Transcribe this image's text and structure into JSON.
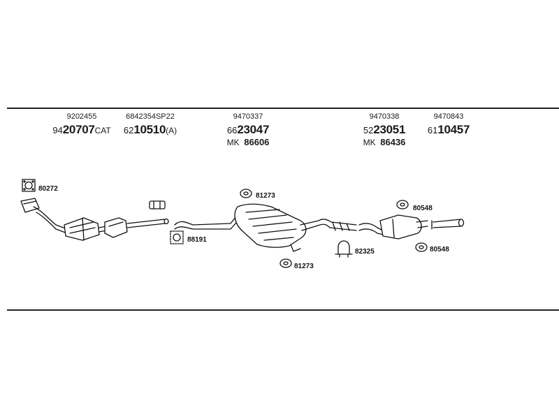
{
  "parts": [
    {
      "ref": "9202455",
      "prefix": "94",
      "main": "20707",
      "suffix": "CAT"
    },
    {
      "ref": "6842354SP22",
      "prefix": "62",
      "main": "10510",
      "suffix": "(A)"
    },
    {
      "ref": "9470337",
      "prefix": "66",
      "main": "23047",
      "mk_prefix": "MK",
      "mk_num": "86606"
    },
    {
      "ref": "9470338",
      "prefix": "52",
      "main": "23051",
      "mk_prefix": "MK",
      "mk_num": "86436"
    },
    {
      "ref": "9470843",
      "prefix": "61",
      "main": "10457"
    }
  ],
  "callouts": {
    "gasket_front": "80272",
    "clamp_front": "88191",
    "hanger_mid_top": "81273",
    "hanger_mid_bottom": "81273",
    "clamp_rear": "82325",
    "hanger_rear_top": "80548",
    "hanger_rear_bottom": "80548"
  }
}
